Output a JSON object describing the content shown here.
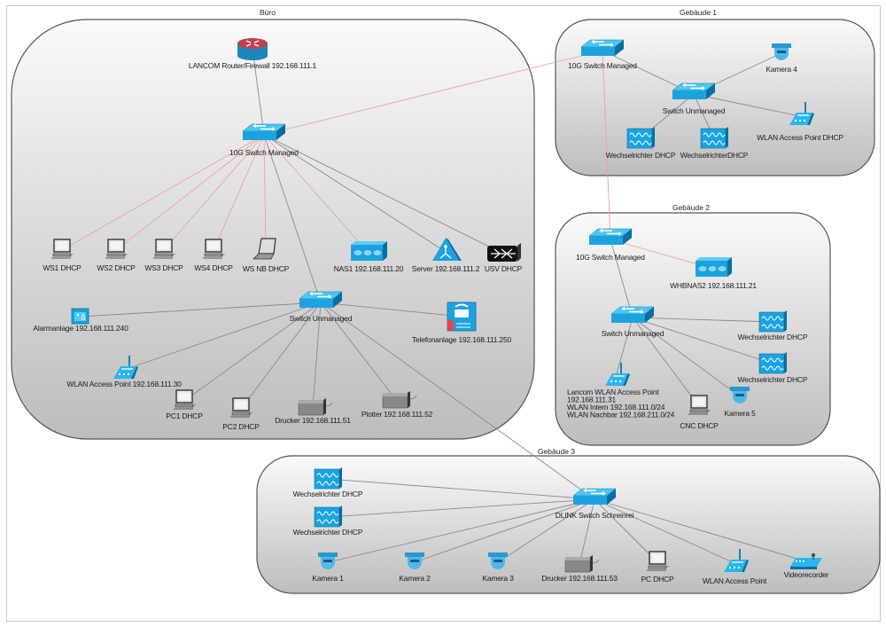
{
  "colors": {
    "link_fast": "#f0a0a0",
    "link_normal": "#8a8a8a",
    "device_blue": "#1aa3e0",
    "device_blue_dark": "#0a6e9e",
    "router_top": "#c0404c",
    "zone_border": "#555555"
  },
  "zones": [
    {
      "id": "buero",
      "label": "Büro"
    },
    {
      "id": "geb1",
      "label": "Gebäude 1"
    },
    {
      "id": "geb2",
      "label": "Gebäude 2"
    },
    {
      "id": "geb3",
      "label": "Gebäude 3"
    }
  ],
  "devices": [
    {
      "id": "router",
      "zone": "buero",
      "type": "router",
      "label": [
        "LANCOM Router/Firewall 192.168.111.1"
      ]
    },
    {
      "id": "b_sw10g",
      "zone": "buero",
      "type": "switch",
      "label": [
        "10G Switch Managed"
      ]
    },
    {
      "id": "ws1",
      "zone": "buero",
      "type": "pc",
      "label": [
        "WS1 DHCP"
      ]
    },
    {
      "id": "ws2",
      "zone": "buero",
      "type": "pc",
      "label": [
        "WS2 DHCP"
      ]
    },
    {
      "id": "ws3",
      "zone": "buero",
      "type": "pc",
      "label": [
        "WS3 DHCP"
      ]
    },
    {
      "id": "ws4",
      "zone": "buero",
      "type": "pc",
      "label": [
        "WS4 DHCP"
      ]
    },
    {
      "id": "wsnb",
      "zone": "buero",
      "type": "laptop",
      "label": [
        "WS NB DHCP"
      ]
    },
    {
      "id": "nas1",
      "zone": "buero",
      "type": "nas",
      "label": [
        "NAS1 192.168.111.20"
      ]
    },
    {
      "id": "server",
      "zone": "buero",
      "type": "server",
      "label": [
        "Server 192.168.111.2"
      ]
    },
    {
      "id": "usv",
      "zone": "buero",
      "type": "ups",
      "label": [
        "USV DHCP"
      ]
    },
    {
      "id": "b_swun",
      "zone": "buero",
      "type": "switch",
      "label": [
        "Switch Unmanaged"
      ]
    },
    {
      "id": "alarm",
      "zone": "buero",
      "type": "alarm",
      "label": [
        "Alarmanlage 192.168.111.240"
      ]
    },
    {
      "id": "tel",
      "zone": "buero",
      "type": "pbx",
      "label": [
        "Telefonanlage 192.168.111.250"
      ]
    },
    {
      "id": "b_ap",
      "zone": "buero",
      "type": "ap",
      "label": [
        "WLAN Access Point 192.168.111.30"
      ]
    },
    {
      "id": "pc1",
      "zone": "buero",
      "type": "pc",
      "label": [
        "PC1 DHCP"
      ]
    },
    {
      "id": "pc2",
      "zone": "buero",
      "type": "pc",
      "label": [
        "PC2 DHCP"
      ]
    },
    {
      "id": "drucker1",
      "zone": "buero",
      "type": "printer",
      "label": [
        "Drucker 192.168.111.51"
      ]
    },
    {
      "id": "plotter",
      "zone": "buero",
      "type": "printer",
      "label": [
        "Plotter 192.168.111.52"
      ]
    },
    {
      "id": "g1_sw10g",
      "zone": "geb1",
      "type": "switch",
      "label": [
        "10G Switch Managed"
      ]
    },
    {
      "id": "g1_swun",
      "zone": "geb1",
      "type": "switch",
      "label": [
        "Switch Unmanaged"
      ]
    },
    {
      "id": "kam4",
      "zone": "geb1",
      "type": "camera",
      "label": [
        "Kamera 4"
      ]
    },
    {
      "id": "g1_wr1",
      "zone": "geb1",
      "type": "inverter",
      "label": [
        "Wechselrichter DHCP"
      ]
    },
    {
      "id": "g1_wr2",
      "zone": "geb1",
      "type": "inverter",
      "label": [
        "WechselrichterDHCP"
      ]
    },
    {
      "id": "g1_ap",
      "zone": "geb1",
      "type": "ap",
      "label": [
        "WLAN Access Point DHCP"
      ]
    },
    {
      "id": "g2_sw10g",
      "zone": "geb2",
      "type": "switch",
      "label": [
        "10G Switch Managed"
      ]
    },
    {
      "id": "nas2",
      "zone": "geb2",
      "type": "nas",
      "label": [
        "WHBNAS2 192.168.111.21"
      ]
    },
    {
      "id": "g2_swun",
      "zone": "geb2",
      "type": "switch",
      "label": [
        "Switch Unmanaged"
      ]
    },
    {
      "id": "g2_wr1",
      "zone": "geb2",
      "type": "inverter",
      "label": [
        "Wechselrichter DHCP"
      ]
    },
    {
      "id": "g2_wr2",
      "zone": "geb2",
      "type": "inverter",
      "label": [
        "Wechselrichter DHCP"
      ]
    },
    {
      "id": "g2_ap",
      "zone": "geb2",
      "type": "ap",
      "label": [
        "Lancom WLAN Access Point",
        "192.168.111.31",
        "WLAN Intern 192.168.111.0/24",
        "WLAN Nachbar 192.168.211.0/24"
      ]
    },
    {
      "id": "cnc",
      "zone": "geb2",
      "type": "pc",
      "label": [
        "CNC DHCP"
      ]
    },
    {
      "id": "kam5",
      "zone": "geb2",
      "type": "camera",
      "label": [
        "Kamera 5"
      ]
    },
    {
      "id": "g3_sw",
      "zone": "geb3",
      "type": "switch",
      "label": [
        "DLINK Switch Schreinrei"
      ]
    },
    {
      "id": "g3_wr1",
      "zone": "geb3",
      "type": "inverter",
      "label": [
        "Wechselrichter DHCP"
      ]
    },
    {
      "id": "g3_wr2",
      "zone": "geb3",
      "type": "inverter",
      "label": [
        "Wechselrichter DHCP"
      ]
    },
    {
      "id": "kam1",
      "zone": "geb3",
      "type": "camera",
      "label": [
        "Kamera 1"
      ]
    },
    {
      "id": "kam2",
      "zone": "geb3",
      "type": "camera",
      "label": [
        "Kamera 2"
      ]
    },
    {
      "id": "kam3",
      "zone": "geb3",
      "type": "camera",
      "label": [
        "Kamera 3"
      ]
    },
    {
      "id": "drucker3",
      "zone": "geb3",
      "type": "printer",
      "label": [
        "Drucker 192.168.111.53"
      ]
    },
    {
      "id": "g3_pc",
      "zone": "geb3",
      "type": "pc",
      "label": [
        "PC DHCP"
      ]
    },
    {
      "id": "g3_ap",
      "zone": "geb3",
      "type": "ap",
      "label": [
        "WLAN Access Point"
      ]
    },
    {
      "id": "nvr",
      "zone": "geb3",
      "type": "recorder",
      "label": [
        "Videorecorder"
      ]
    }
  ],
  "links": [
    {
      "from": "router",
      "to": "b_sw10g",
      "kind": "normal"
    },
    {
      "from": "b_sw10g",
      "to": "g1_sw10g",
      "kind": "fast"
    },
    {
      "from": "b_sw10g",
      "to": "ws1",
      "kind": "fast"
    },
    {
      "from": "b_sw10g",
      "to": "ws2",
      "kind": "fast"
    },
    {
      "from": "b_sw10g",
      "to": "ws3",
      "kind": "fast"
    },
    {
      "from": "b_sw10g",
      "to": "ws4",
      "kind": "fast"
    },
    {
      "from": "b_sw10g",
      "to": "wsnb",
      "kind": "fast"
    },
    {
      "from": "b_sw10g",
      "to": "nas1",
      "kind": "fast"
    },
    {
      "from": "b_sw10g",
      "to": "server",
      "kind": "normal"
    },
    {
      "from": "b_sw10g",
      "to": "usv",
      "kind": "normal"
    },
    {
      "from": "b_sw10g",
      "to": "b_swun",
      "kind": "normal"
    },
    {
      "from": "b_swun",
      "to": "alarm",
      "kind": "normal"
    },
    {
      "from": "b_swun",
      "to": "tel",
      "kind": "normal"
    },
    {
      "from": "b_swun",
      "to": "b_ap",
      "kind": "normal"
    },
    {
      "from": "b_swun",
      "to": "pc1",
      "kind": "normal"
    },
    {
      "from": "b_swun",
      "to": "pc2",
      "kind": "normal"
    },
    {
      "from": "b_swun",
      "to": "drucker1",
      "kind": "normal"
    },
    {
      "from": "b_swun",
      "to": "plotter",
      "kind": "normal"
    },
    {
      "from": "b_swun",
      "to": "g3_sw",
      "kind": "normal"
    },
    {
      "from": "g1_sw10g",
      "to": "g2_sw10g",
      "kind": "fast"
    },
    {
      "from": "g1_sw10g",
      "to": "g1_swun",
      "kind": "normal"
    },
    {
      "from": "g1_swun",
      "to": "kam4",
      "kind": "normal"
    },
    {
      "from": "g1_swun",
      "to": "g1_wr1",
      "kind": "normal"
    },
    {
      "from": "g1_swun",
      "to": "g1_wr2",
      "kind": "normal"
    },
    {
      "from": "g1_swun",
      "to": "g1_ap",
      "kind": "normal"
    },
    {
      "from": "g2_sw10g",
      "to": "nas2",
      "kind": "fast"
    },
    {
      "from": "g2_sw10g",
      "to": "g2_swun",
      "kind": "normal"
    },
    {
      "from": "g2_swun",
      "to": "g2_wr1",
      "kind": "normal"
    },
    {
      "from": "g2_swun",
      "to": "g2_wr2",
      "kind": "normal"
    },
    {
      "from": "g2_swun",
      "to": "g2_ap",
      "kind": "normal"
    },
    {
      "from": "g2_swun",
      "to": "cnc",
      "kind": "normal"
    },
    {
      "from": "g2_swun",
      "to": "kam5",
      "kind": "normal"
    },
    {
      "from": "g3_sw",
      "to": "g3_wr1",
      "kind": "normal"
    },
    {
      "from": "g3_sw",
      "to": "g3_wr2",
      "kind": "normal"
    },
    {
      "from": "g3_sw",
      "to": "kam1",
      "kind": "normal"
    },
    {
      "from": "g3_sw",
      "to": "kam2",
      "kind": "normal"
    },
    {
      "from": "g3_sw",
      "to": "kam3",
      "kind": "normal"
    },
    {
      "from": "g3_sw",
      "to": "drucker3",
      "kind": "normal"
    },
    {
      "from": "g3_sw",
      "to": "g3_pc",
      "kind": "normal"
    },
    {
      "from": "g3_sw",
      "to": "g3_ap",
      "kind": "normal"
    },
    {
      "from": "g3_sw",
      "to": "nvr",
      "kind": "normal"
    }
  ]
}
